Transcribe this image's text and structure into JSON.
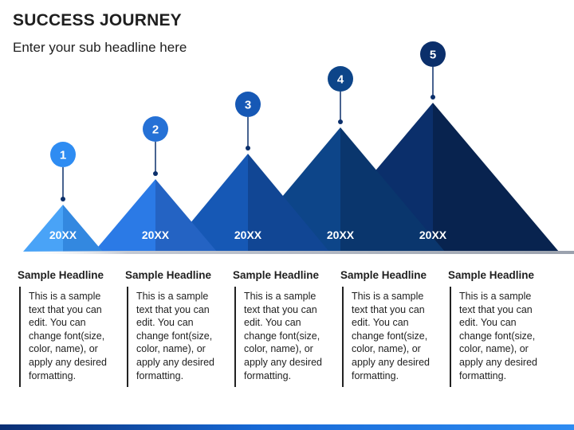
{
  "slide": {
    "title": "SUCCESS JOURNEY",
    "subtitle": "Enter your sub headline here"
  },
  "colors": {
    "step1": "#2e8cf2",
    "step2": "#2571d6",
    "step3": "#1658b5",
    "step4": "#0d4589",
    "step5": "#0b2f6b"
  },
  "steps": [
    {
      "number": "1",
      "year": "20XX",
      "headline": "Sample Headline",
      "text": "This is a sample text that you can edit. You can change font(size, color, name), or apply any desired formatting."
    },
    {
      "number": "2",
      "year": "20XX",
      "headline": "Sample Headline",
      "text": "This is a sample text that you can edit. You can change font(size, color, name), or apply any desired formatting."
    },
    {
      "number": "3",
      "year": "20XX",
      "headline": "Sample Headline",
      "text": "This is a sample text that you can edit. You can change font(size, color, name), or apply any desired formatting."
    },
    {
      "number": "4",
      "year": "20XX",
      "headline": "Sample Headline",
      "text": "This is a sample text that you can edit. You can change font(size, color, name), or apply any desired formatting."
    },
    {
      "number": "5",
      "year": "20XX",
      "headline": "Sample Headline",
      "text": "This is a sample text that you can edit. You can change font(size, color, name), or apply any desired formatting."
    }
  ]
}
